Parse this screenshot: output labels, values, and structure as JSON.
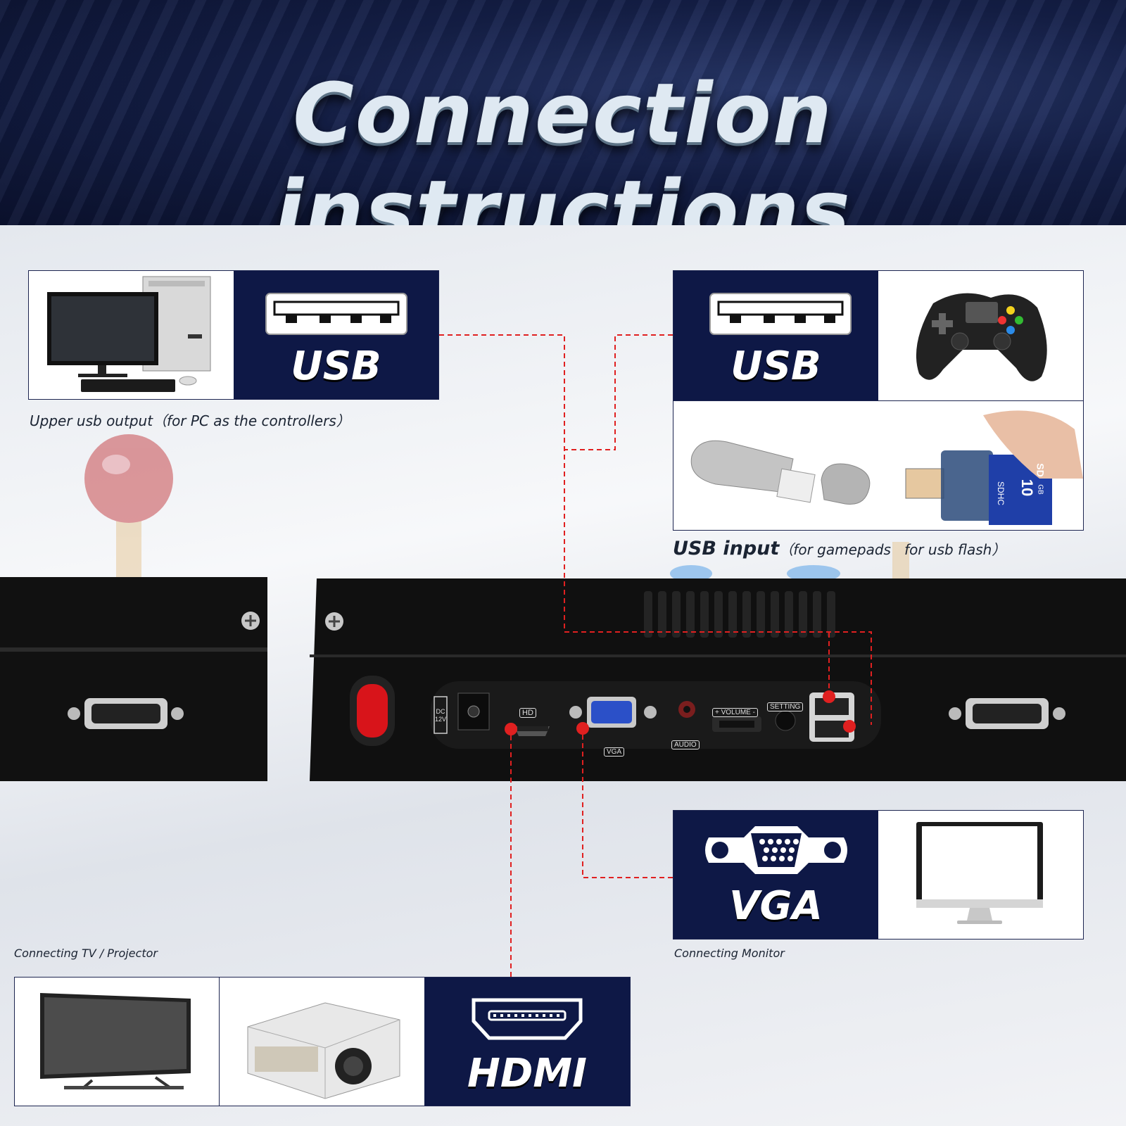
{
  "banner": {
    "title": "Connection instructions"
  },
  "usb_output": {
    "port_label": "USB",
    "caption": "Upper usb output（for PC as the controllers）"
  },
  "usb_input": {
    "port_label": "USB",
    "caption_bold": "USB input",
    "caption_rest": "（for gamepads   for usb flash）"
  },
  "sd_card": {
    "brand": "SD",
    "capacity": "10",
    "unit": "GB",
    "type": "SDHC"
  },
  "panel": {
    "dc_label": "DC 12V",
    "hd_label": "HD",
    "vga_label": "VGA",
    "audio_label": "AUDIO",
    "volume_label": "+ VOLUME -",
    "setting_label": "SETTING"
  },
  "vga": {
    "port_label": "VGA",
    "caption": "Connecting Monitor"
  },
  "hdmi": {
    "port_label": "HDMI",
    "caption": "Connecting TV / Projector"
  },
  "colors": {
    "navy": "#0e1846",
    "connector_red": "#e02020",
    "switch_red": "#d8141a"
  }
}
